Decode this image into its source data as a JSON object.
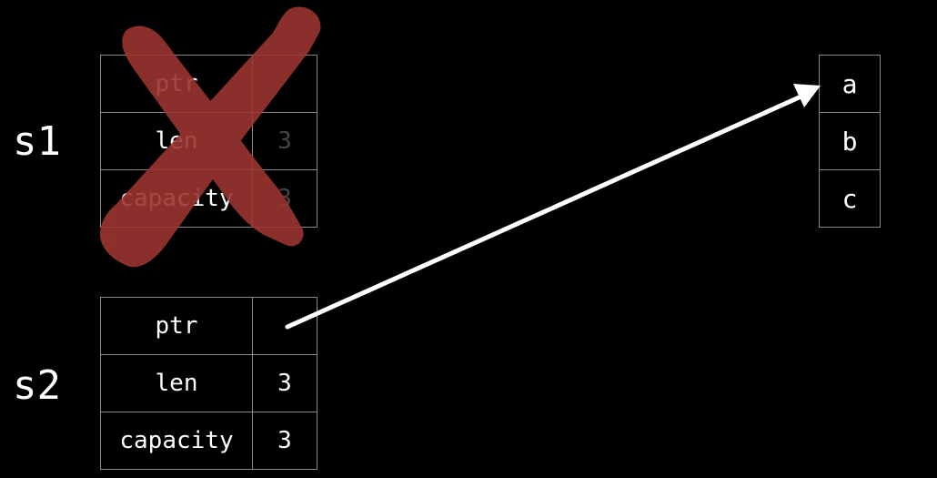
{
  "variables": {
    "s1": {
      "name": "s1",
      "fields": [
        {
          "name": "ptr",
          "value": ""
        },
        {
          "name": "len",
          "value": "3"
        },
        {
          "name": "capacity",
          "value": "3"
        }
      ]
    },
    "s2": {
      "name": "s2",
      "fields": [
        {
          "name": "ptr",
          "value": ""
        },
        {
          "name": "len",
          "value": "3"
        },
        {
          "name": "capacity",
          "value": "3"
        }
      ]
    }
  },
  "heap": {
    "cells": [
      "a",
      "b",
      "c"
    ]
  },
  "colors": {
    "background": "#000000",
    "foreground": "#ffffff",
    "grid": "#8a8a8a",
    "cross_mark": "#9b3531",
    "arrow": "#ffffff"
  }
}
